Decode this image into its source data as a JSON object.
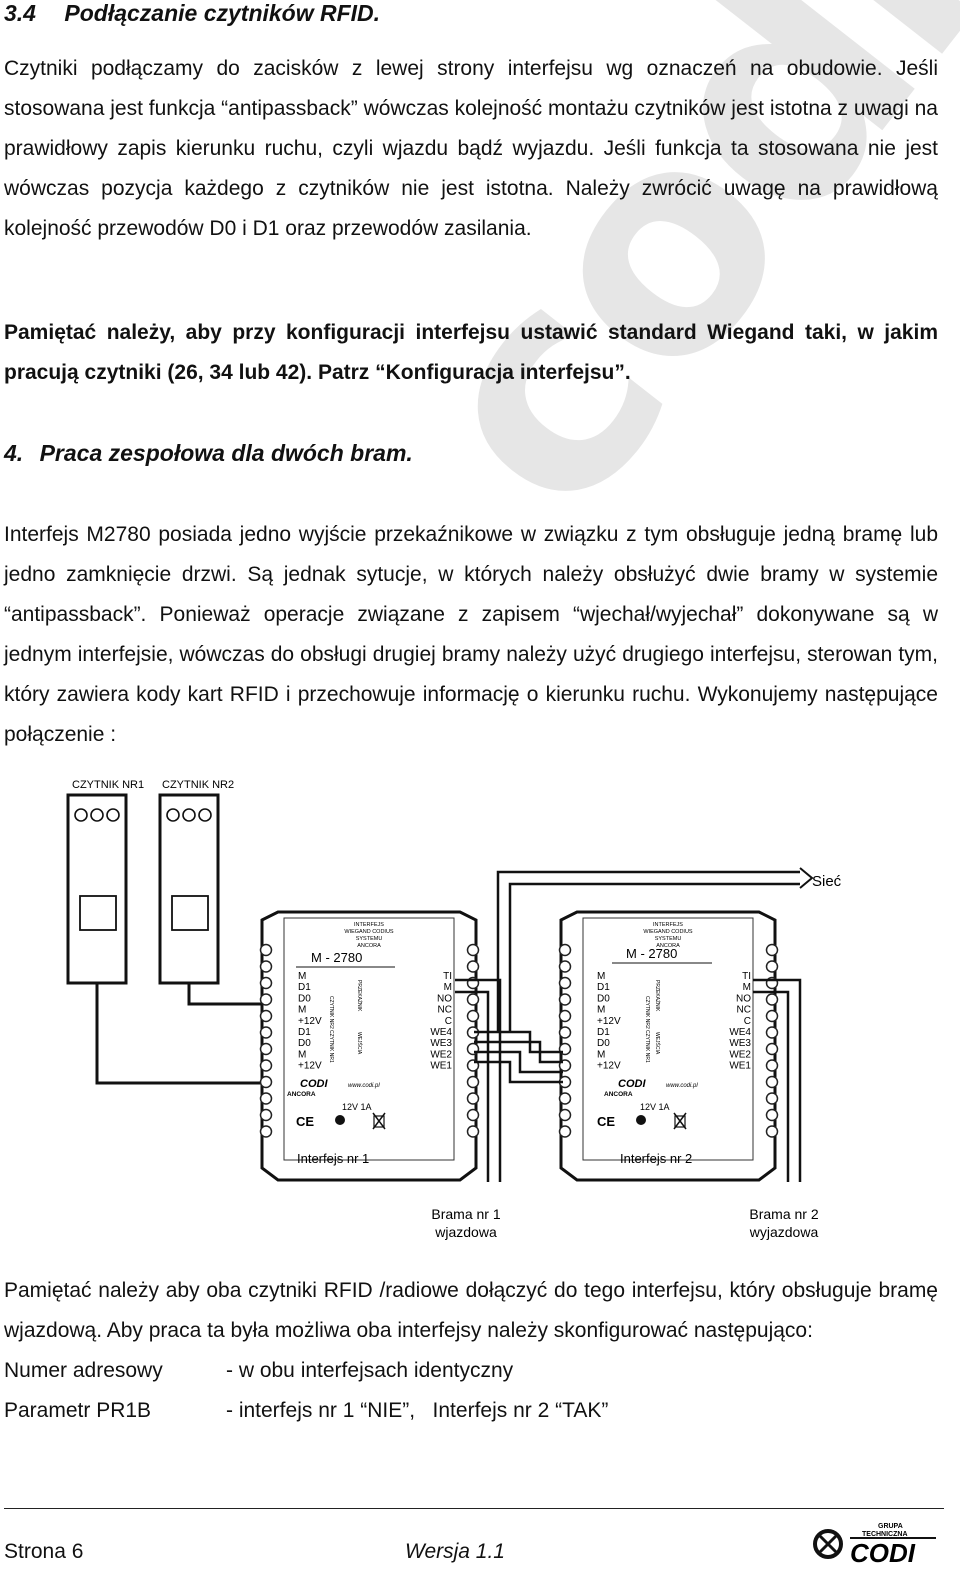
{
  "section_heading": {
    "number": "3.4",
    "title": "Podłączanie czytników RFID."
  },
  "para1": "Czytniki podłączamy do zacisków z lewej strony interfejsu wg oznaczeń na obudowie. Jeśli stosowana jest funkcja “antipassback” wówczas kolejność montażu czytników jest istotna z uwagi na prawidłowy zapis kierunku ruchu, czyli wjazdu bądź wyjazdu. Jeśli funkcja ta stosowana nie jest wówczas pozycja każdego z czytników nie jest istotna. Należy zwrócić uwagę na prawidłową kolejność przewodów D0 i D1 oraz przewodów zasilania.",
  "para2": "Pamiętać należy, aby przy konfiguracji interfejsu ustawić standard Wiegand taki, w jakim pracują czytniki (26, 34 lub 42). Patrz “Konfiguracja interfejsu”.",
  "chapter_heading": {
    "number": "4.",
    "title": "Praca zespołowa dla dwóch bram."
  },
  "para3": "Interfejs M2780 posiada jedno wyjście przekaźnikowe w związku z tym obsługuje jedną bramę lub jedno zamknięcie drzwi. Są jednak sytucje, w których należy obsłużyć dwie bramy w systemie “antipassback”. Ponieważ operacje związane z zapisem “wjechał/wyjechał” dokonywane są w jednym interfejsie, wówczas do obsługi drugiej bramy należy użyć drugiego interfejsu, sterowan tym, który zawiera kody kart RFID i przechowuje informację o kierunku ruchu. Wykonujemy następujące połączenie :",
  "diagram": {
    "reader1_label": "CZYTNIK NR1",
    "reader2_label": "CZYTNIK NR2",
    "network_label": "Sieć",
    "device_header_lines": [
      "INTERFEJS",
      "WIEGAND CODIUS",
      "SYSTEMU",
      "ANCORA"
    ],
    "model": "M - 2780",
    "left_terminals": [
      "M",
      "D1",
      "D0",
      "M",
      "+12V",
      "D1",
      "D0",
      "M",
      "+12V"
    ],
    "right_terminals": [
      "TI",
      "M",
      "NO",
      "NC",
      "C",
      "WE4",
      "WE3",
      "WE2",
      "WE1"
    ],
    "side_reader2": "CZYTNIK NR2",
    "side_reader1": "CZYTNIK NR1",
    "side_relay": "PRZEKAŹNIK",
    "side_inputs": "WEJŚCIA",
    "brand": "CODI",
    "brand_sub": "ANCORA",
    "website": "www.codi.pl",
    "power": "12V 1A",
    "ce_mark": "CE",
    "interface1_label": "Interfejs nr 1",
    "interface2_label": "Interfejs nr 2",
    "gate1_line1": "Brama nr 1",
    "gate1_line2": "wjazdowa",
    "gate2_line1": "Brama nr 2",
    "gate2_line2": "wyjazdowa"
  },
  "para4": "Pamiętać należy aby oba czytniki RFID /radiowe dołączyć do tego interfejsu, który obsługuje bramę wjazdową. Aby praca ta była możliwa oba interfejsy należy skonfigurować następująco:",
  "settings": [
    {
      "param": "Numer adresowy",
      "value": "- w obu interfejsach identyczny"
    },
    {
      "param": "Parametr PR1B",
      "value": "- interfejs nr 1 “NIE”,   Interfejs nr 2 “TAK”"
    }
  ],
  "watermark": "codi",
  "footer": {
    "page": "Strona 6",
    "version": "Wersja 1.1",
    "logo_top": "GRUPA",
    "logo_mid": "TECHNICZNA",
    "logo_brand": "CODI"
  },
  "colors": {
    "text": "#111111",
    "watermark": "#e6e6e6",
    "line": "#222222"
  }
}
